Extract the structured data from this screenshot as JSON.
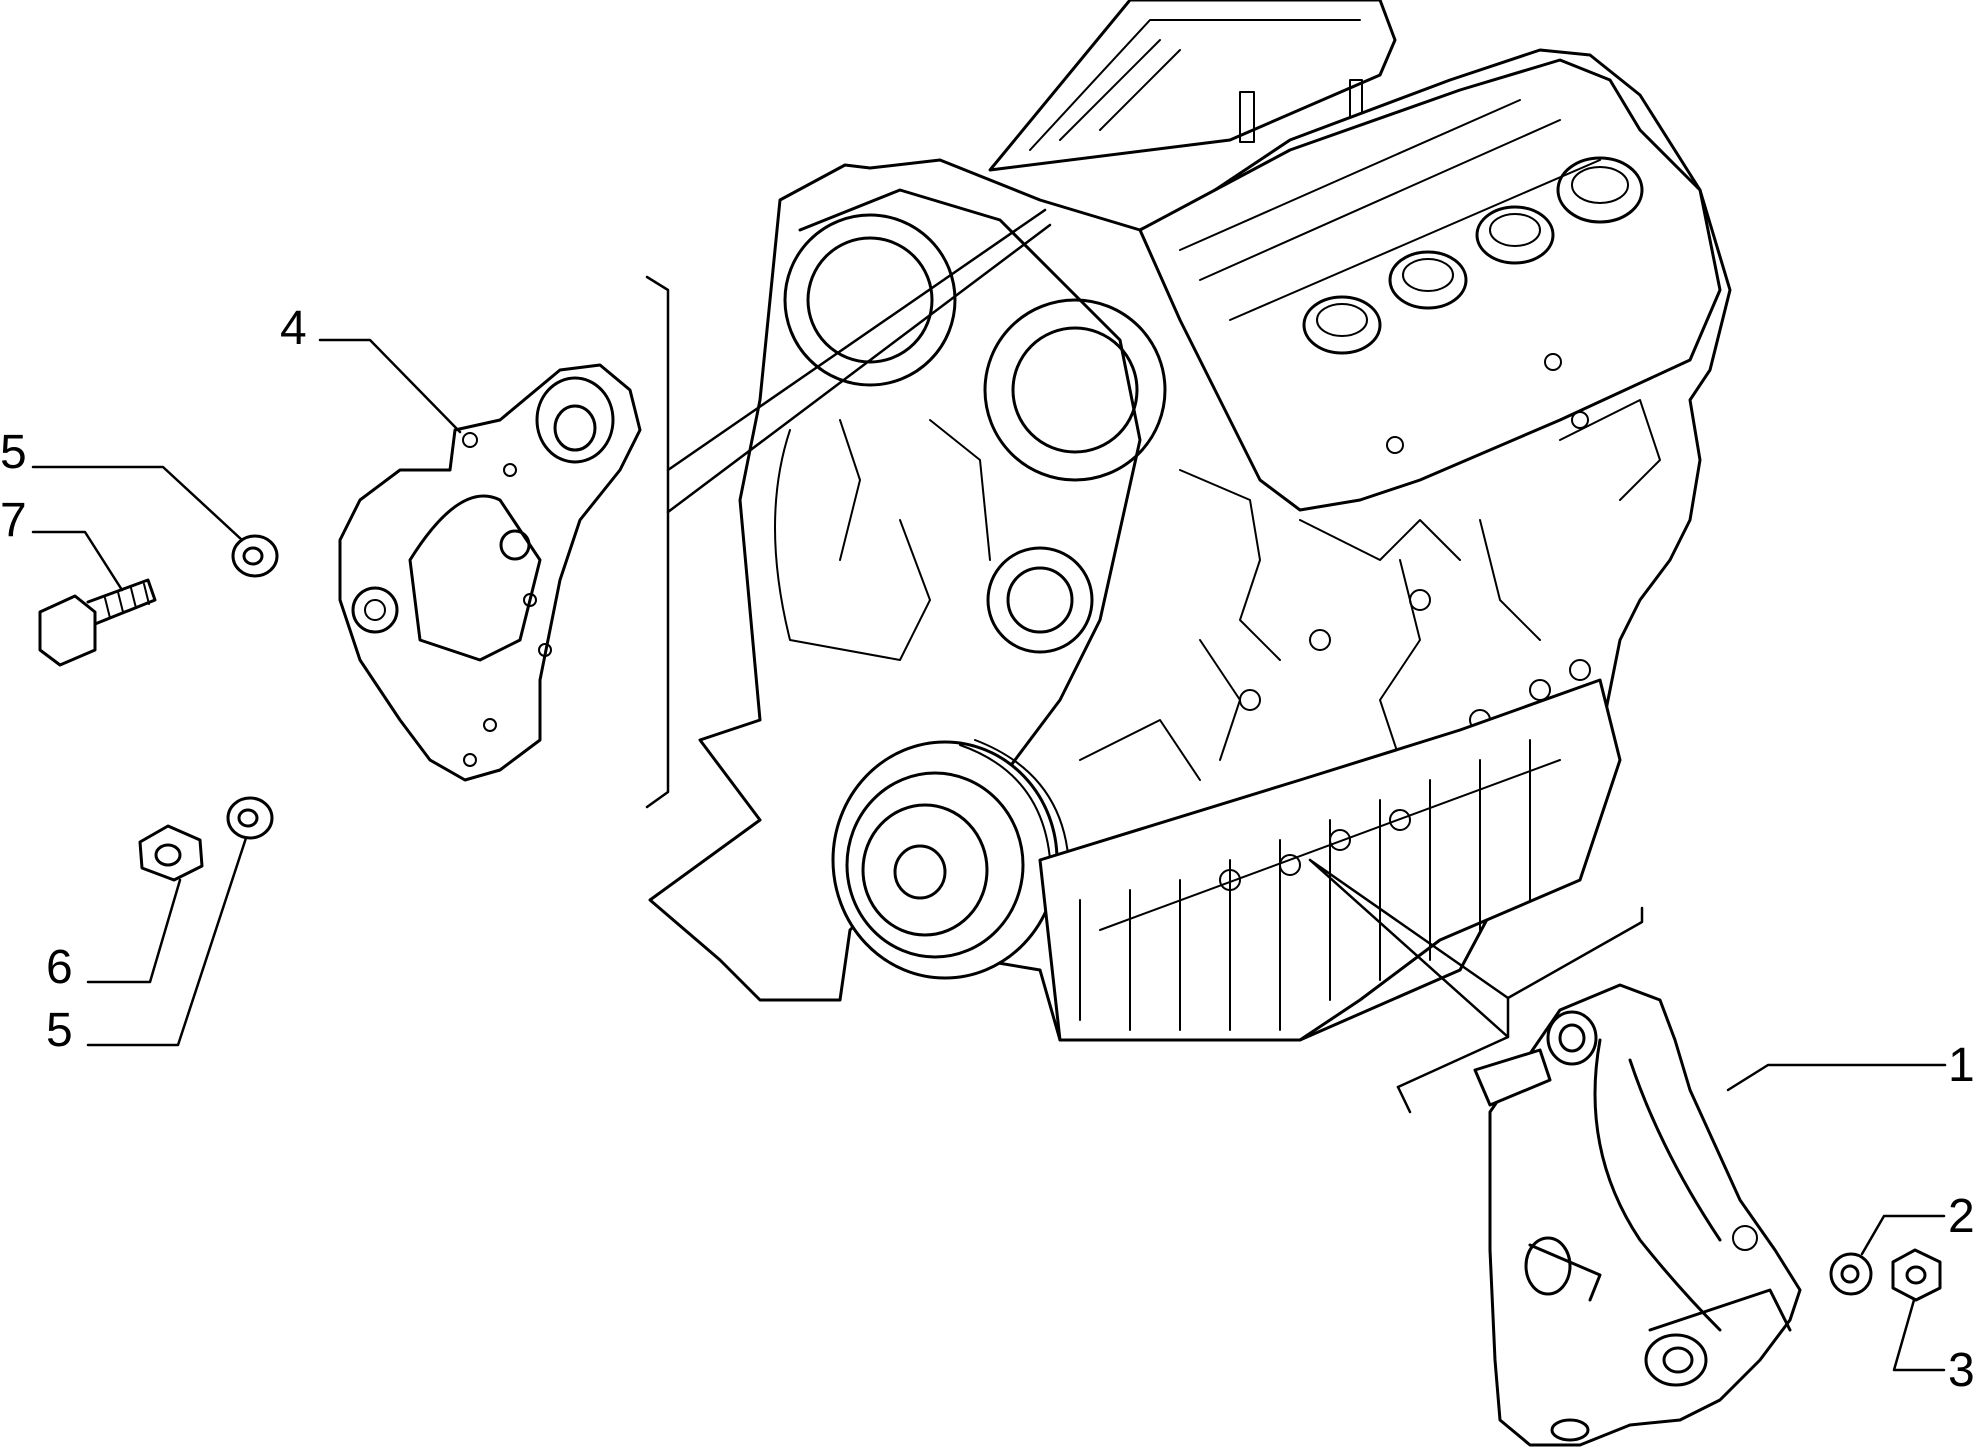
{
  "callouts": [
    {
      "id": "1",
      "label": "1"
    },
    {
      "id": "2",
      "label": "2"
    },
    {
      "id": "3",
      "label": "3"
    },
    {
      "id": "4",
      "label": "4"
    },
    {
      "id": "5a",
      "label": "5"
    },
    {
      "id": "5b",
      "label": "5"
    },
    {
      "id": "6",
      "label": "6"
    },
    {
      "id": "7",
      "label": "7"
    }
  ],
  "colors": {
    "line": "#000000",
    "background": "#ffffff"
  }
}
